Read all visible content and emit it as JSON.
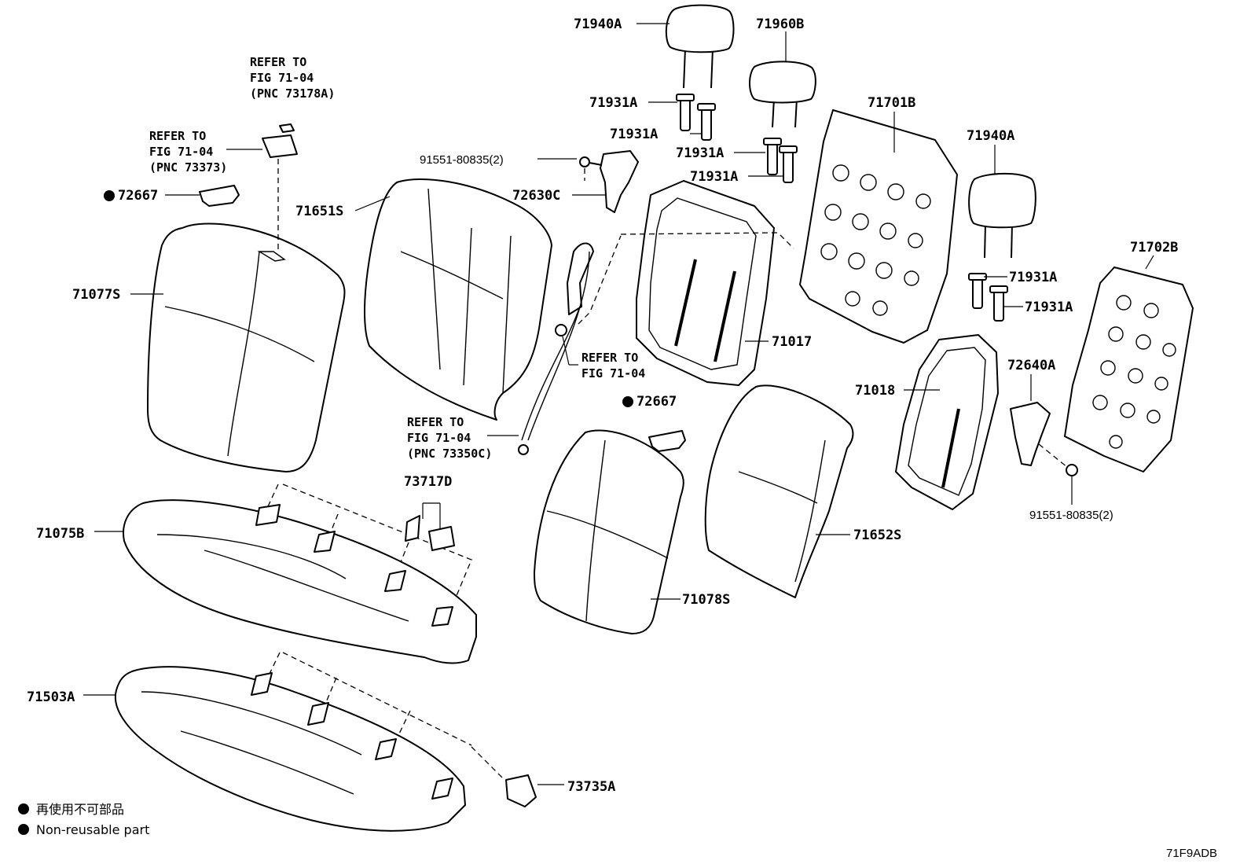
{
  "labels": {
    "p71940A_top": "71940A",
    "p71960B": "71960B",
    "p71931A_1": "71931A",
    "p71931A_2": "71931A",
    "p71931A_3": "71931A",
    "p71931A_4": "71931A",
    "p71701B": "71701B",
    "p71940A_right": "71940A",
    "p91551_top": "91551-80835(2)",
    "p72630C": "72630C",
    "p72667_left": "72667",
    "p71651S": "71651S",
    "p71077S": "71077S",
    "p71931A_5": "71931A",
    "p71931A_6": "71931A",
    "p71702B": "71702B",
    "p71017": "71017",
    "p72640A": "72640A",
    "p71018": "71018",
    "p72667_mid": "72667",
    "p71652S": "71652S",
    "p91551_right": "91551-80835(2)",
    "p73717D": "73717D",
    "p71075B": "71075B",
    "p71078S": "71078S",
    "p71503A": "71503A",
    "p73735A": "73735A"
  },
  "refs": {
    "ref_top": [
      "REFER TO",
      "FIG 71-04",
      "(PNC 73178A)"
    ],
    "ref_left": [
      "REFER TO",
      "FIG 71-04",
      "(PNC 73373)"
    ],
    "ref_mid": [
      "REFER TO",
      "FIG 71-04"
    ],
    "ref_belt": [
      "REFER TO",
      "FIG 71-04",
      "(PNC 73350C)"
    ]
  },
  "legend": {
    "line1": "再使用不可部品",
    "line2": "Non-reusable part"
  },
  "diagram_code": "71F9ADB"
}
